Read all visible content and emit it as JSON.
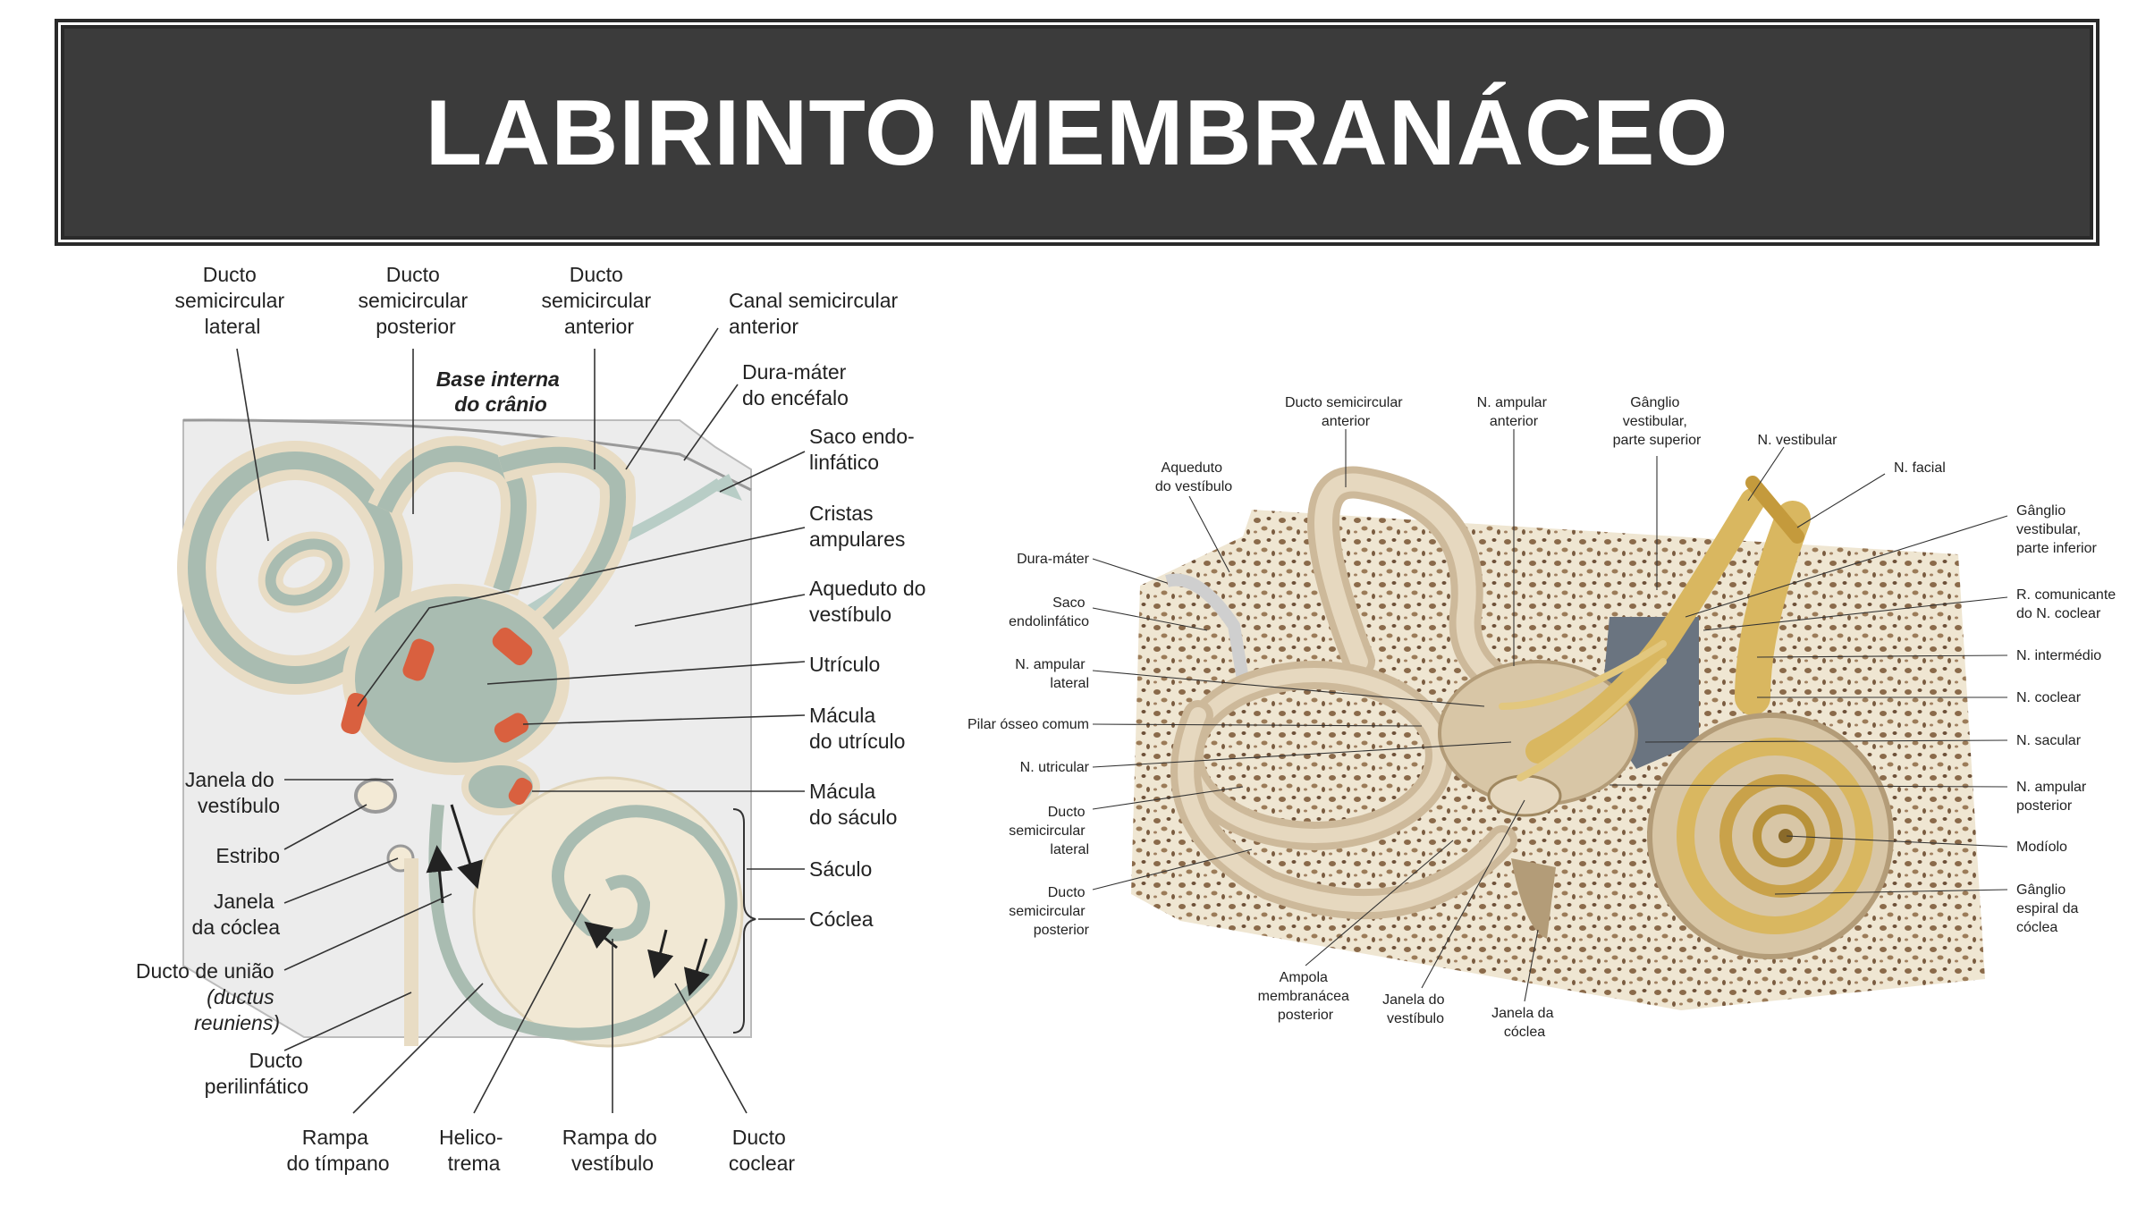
{
  "title": "LABIRINTO MEMBRANÁCEO",
  "left_figure": {
    "skull_label": [
      "Base interna",
      "do crânio"
    ],
    "labels": {
      "lateral_duct": [
        "Ducto",
        "semicircular",
        "lateral"
      ],
      "posterior_duct": [
        "Ducto",
        "semicircular",
        "posterior"
      ],
      "anterior_duct": [
        "Ducto",
        "semicircular",
        "anterior"
      ],
      "anterior_canal": [
        "Canal semicircular",
        "anterior"
      ],
      "dura": [
        "Dura-máter",
        "do encéfalo"
      ],
      "endolymphatic_sac": [
        "Saco endo-",
        "linfático"
      ],
      "ampullary_crests": [
        "Cristas",
        "ampulares"
      ],
      "vestibular_aqueduct": [
        "Aqueduto do",
        "vestíbulo"
      ],
      "utricle": [
        "Utrículo"
      ],
      "utricle_macula": [
        "Mácula",
        "do utrículo"
      ],
      "saccule_macula": [
        "Mácula",
        "do sáculo"
      ],
      "saccule": [
        "Sáculo"
      ],
      "cochlea": [
        "Cóclea"
      ],
      "oval_window": [
        "Janela do",
        "vestíbulo"
      ],
      "stapes": [
        "Estribo"
      ],
      "round_window": [
        "Janela",
        "da cóclea"
      ],
      "ductus_reuniens": [
        "Ducto de união",
        "(ductus",
        "reuniens)"
      ],
      "perilymphatic_duct": [
        "Ducto",
        "perilinfático"
      ],
      "scala_tympani": [
        "Rampa",
        "do tímpano"
      ],
      "helicotrema": [
        "Helico-",
        "trema"
      ],
      "scala_vestibuli": [
        "Rampa do",
        "vestíbulo"
      ],
      "cochlear_duct": [
        "Ducto",
        "coclear"
      ]
    }
  },
  "right_figure": {
    "labels": {
      "anterior_duct": [
        "Ducto semicircular",
        "anterior"
      ],
      "anterior_ampullary_n": [
        "N. ampular",
        "anterior"
      ],
      "vestibular_ganglion_sup": [
        "Gânglio",
        "vestibular,",
        "parte superior"
      ],
      "vestibular_n": [
        "N. vestibular"
      ],
      "facial_n": [
        "N. facial"
      ],
      "vestibular_ganglion_inf": [
        "Gânglio",
        "vestibular,",
        "parte inferior"
      ],
      "cochlear_communicating": [
        "R. comunicante",
        "do N. coclear"
      ],
      "intermediate_n": [
        "N. intermédio"
      ],
      "cochlear_n": [
        "N. coclear"
      ],
      "saccular_n": [
        "N. sacular"
      ],
      "posterior_ampullary_n": [
        "N. ampular",
        "posterior"
      ],
      "modiolus": [
        "Modíolo"
      ],
      "spiral_ganglion": [
        "Gânglio",
        "espiral da",
        "cóclea"
      ],
      "vestibular_aqueduct": [
        "Aqueduto",
        "do vestíbulo"
      ],
      "dura": [
        "Dura-máter"
      ],
      "endolymphatic_sac": [
        "Saco",
        "endolinfático"
      ],
      "lateral_ampullary_n": [
        "N. ampular",
        "lateral"
      ],
      "common_crus": [
        "Pilar ósseo comum"
      ],
      "utricular_n": [
        "N. utricular"
      ],
      "lateral_duct": [
        "Ducto",
        "semicircular",
        "lateral"
      ],
      "posterior_duct": [
        "Ducto",
        "semicircular",
        "posterior"
      ],
      "posterior_ampulla": [
        "Ampola",
        "membranácea",
        "posterior"
      ],
      "oval_window": [
        "Janela do",
        "vestíbulo"
      ],
      "round_window": [
        "Janela da",
        "cóclea"
      ]
    }
  },
  "colors": {
    "title_bg": "#3b3b3b",
    "membrane": "#a9bcb1",
    "bone": "#efe6d2",
    "macula": "#d9603f",
    "nerve": "#d9b760"
  }
}
